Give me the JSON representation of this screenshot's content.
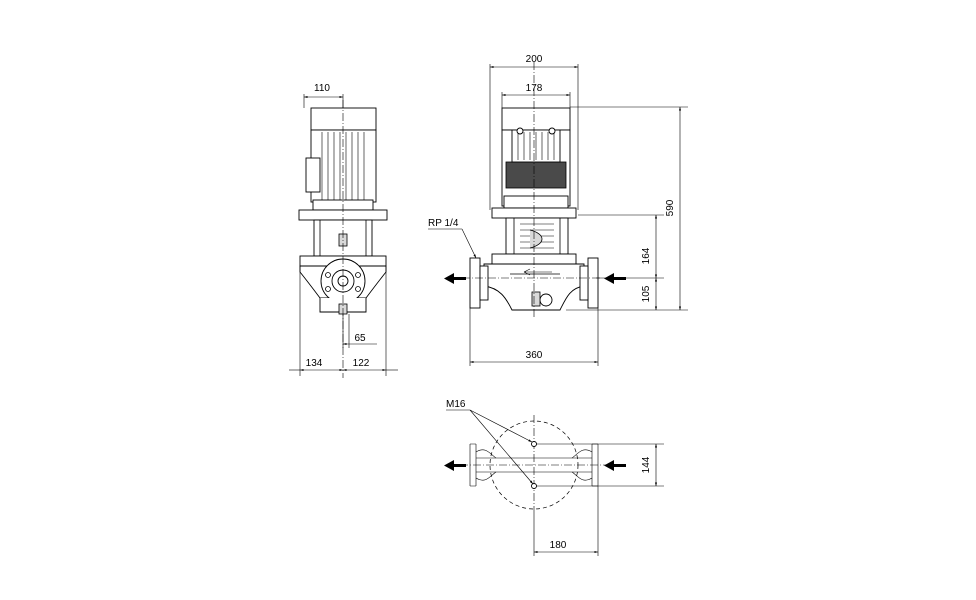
{
  "drawing": {
    "labels": {
      "side_width_top": "110",
      "side_offset_inner": "65",
      "side_left": "134",
      "side_right": "122",
      "front_overall_width": "200",
      "front_motor_width": "178",
      "front_height_total": "590",
      "front_height_mid": "164",
      "front_height_low": "105",
      "front_port": "RP 1/4",
      "front_length": "360",
      "plan_bolt": "M16",
      "plan_width": "144",
      "plan_length": "180"
    }
  }
}
